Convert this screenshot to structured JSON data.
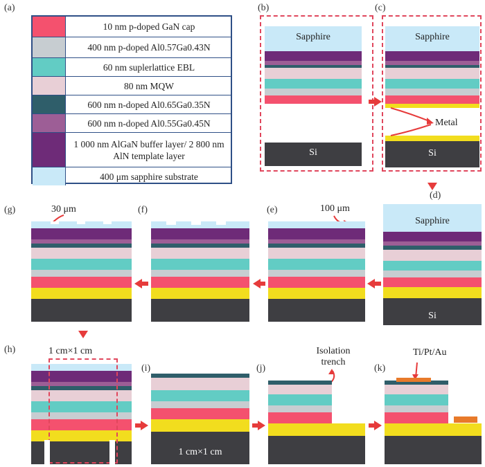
{
  "colors": {
    "pgan": "#f4516e",
    "pal": "#c7cdd1",
    "ebl": "#62ccc4",
    "mqw": "#e8cfd6",
    "nal65": "#2f5e6a",
    "nal55": "#9d5e96",
    "buffer": "#6e2b78",
    "sapphire": "#c9e9f8",
    "metal": "#f2dd1e",
    "si": "#3e3e42",
    "contact": "#e87a2a"
  },
  "legend": [
    {
      "color_key": "pgan",
      "text": "10 nm p-doped GaN cap"
    },
    {
      "color_key": "pal",
      "text": "400 nm p-doped Al0.57Ga0.43N"
    },
    {
      "color_key": "ebl",
      "text": "60 nm suplerlattice EBL"
    },
    {
      "color_key": "mqw",
      "text": "80 nm MQW"
    },
    {
      "color_key": "nal65",
      "text": "600 nm n-doped Al0.65Ga0.35N"
    },
    {
      "color_key": "nal55",
      "text": "600 nm n-doped Al0.55Ga0.45N"
    },
    {
      "color_key": "buffer",
      "text": "1 000 nm AlGaN buffer layer/ 2 800 nm AlN template layer"
    },
    {
      "color_key": "sapphire",
      "text": "400 μm sapphire substrate"
    }
  ],
  "panel_labels": {
    "a": "(a)",
    "b": "(b)",
    "c": "(c)",
    "d": "(d)",
    "e": "(e)",
    "f": "(f)",
    "g": "(g)",
    "h": "(h)",
    "i": "(i)",
    "j": "(j)",
    "k": "(k)"
  },
  "texts": {
    "sapphire": "Sapphire",
    "si": "Si",
    "metal": "Metal",
    "thick_100": "100 μm",
    "thick_30": "30 μm",
    "size_top": "1 cm×1 cm",
    "size_bottom": "1 cm×1 cm",
    "isolation": "Isolation trench",
    "contact": "Ti/Pt/Au"
  }
}
